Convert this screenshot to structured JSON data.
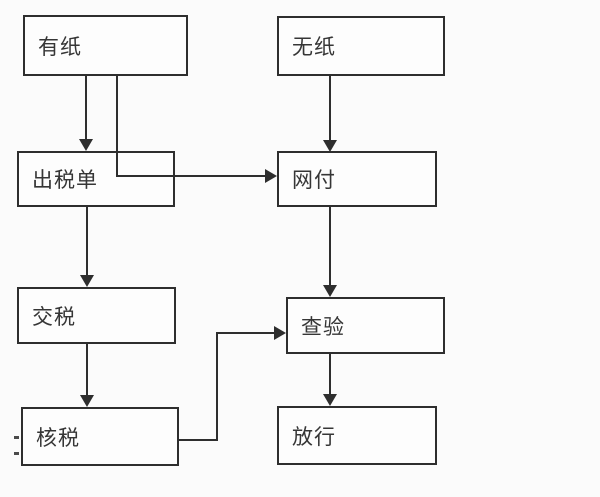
{
  "diagram": {
    "type": "flowchart",
    "colors": {
      "background": "#fbfbfb",
      "box_fill": "#fdfdfd",
      "line": "#2e2e2e",
      "text": "#363636"
    },
    "nodes": [
      {
        "id": "youzhi",
        "label": "有纸"
      },
      {
        "id": "wuzhi",
        "label": "无纸"
      },
      {
        "id": "chushuidan",
        "label": "出税单"
      },
      {
        "id": "wangfu",
        "label": "网付"
      },
      {
        "id": "jiaoshui",
        "label": "交税"
      },
      {
        "id": "chayan",
        "label": "查验"
      },
      {
        "id": "heshui",
        "label": "核税"
      },
      {
        "id": "fangxing",
        "label": "放行"
      }
    ],
    "edges": [
      {
        "from": "有纸",
        "to": "出税单",
        "style": "straight-down"
      },
      {
        "from": "有纸",
        "to": "网付",
        "style": "elbow-down-right"
      },
      {
        "from": "无纸",
        "to": "网付",
        "style": "straight-down"
      },
      {
        "from": "出税单",
        "to": "交税",
        "style": "straight-down"
      },
      {
        "from": "网付",
        "to": "查验",
        "style": "straight-down"
      },
      {
        "from": "交税",
        "to": "核税",
        "style": "straight-down"
      },
      {
        "from": "核税",
        "to": "查验",
        "style": "elbow-right-up-right"
      },
      {
        "from": "查验",
        "to": "放行",
        "style": "straight-down"
      }
    ]
  }
}
